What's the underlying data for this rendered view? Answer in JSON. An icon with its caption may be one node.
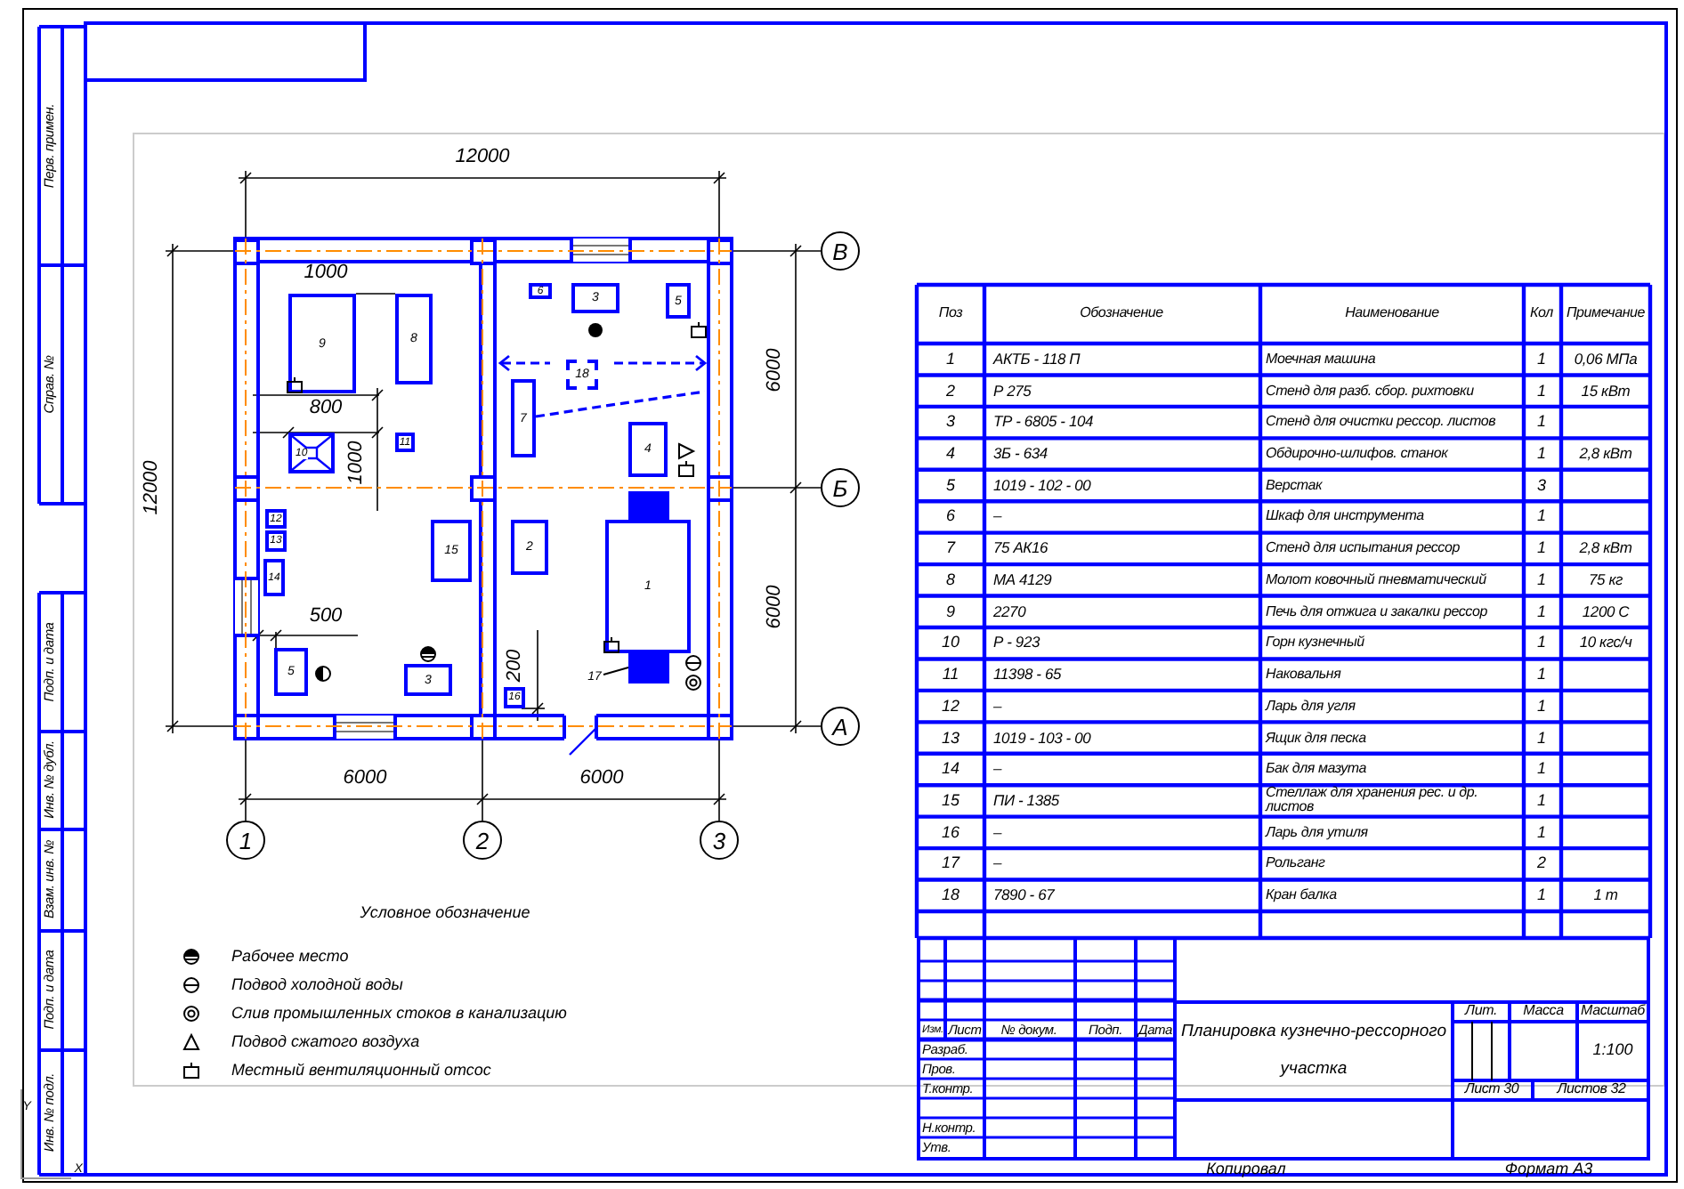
{
  "diagram": {
    "title": "Планировка кузнечно-рессорного участка",
    "nodes": [
      {
        "text": [
          "9"
        ]
      },
      {
        "text": [
          "8"
        ]
      },
      {
        "text": [
          "6"
        ]
      },
      {
        "text": [
          "3"
        ]
      },
      {
        "text": [
          "5"
        ]
      },
      {
        "text": [
          "18"
        ]
      },
      {
        "text": [
          "7"
        ]
      },
      {
        "text": [
          "4"
        ]
      },
      {
        "text": [
          "10"
        ]
      },
      {
        "text": [
          "11"
        ]
      },
      {
        "text": [],
        "shape": "box"
      },
      {
        "text": [
          "12"
        ]
      },
      {
        "text": [
          "13"
        ]
      },
      {
        "text": [
          "15"
        ]
      },
      {
        "text": [
          "2"
        ]
      },
      {
        "text": [
          "1"
        ]
      },
      {
        "text": [
          "14"
        ]
      },
      {
        "text": [
          "5"
        ]
      },
      {
        "text": [
          "3"
        ]
      },
      {
        "text": [
          "17"
        ]
      },
      {
        "text": [],
        "shape": "box"
      },
      {
        "text": [
          "16"
        ]
      },
      {
        "text": [
          "В"
        ]
      },
      {
        "text": [
          "Б"
        ]
      },
      {
        "text": [
          "А"
        ]
      },
      {
        "text": [
          "1"
        ]
      },
      {
        "text": [
          "2"
        ]
      },
      {
        "text": [
          "3"
        ]
      }
    ],
    "edges": [
      {
        "from": 19,
        "to": 20,
        "arrow": "none"
      }
    ],
    "labels": [
      "12000",
      "12000",
      "6000",
      "6000",
      "6000",
      "6000",
      "1000",
      "800",
      "1000",
      "500",
      "200",
      "Поз",
      "Обозначение",
      "Наименование",
      "Кол",
      "Примечание",
      "1",
      "АКТБ - 118 П",
      "Моечная машина",
      "1",
      "0,06 МПа",
      "2",
      "Р 275",
      "Стенд для разб. сбор. рихтовки",
      "1",
      "15 кВт",
      "3",
      "ТР - 6805 - 104",
      "Стенд для очистки рессор. листов",
      "1",
      "4",
      "3Б - 634",
      "Обдирочно-шлифов. станок",
      "1",
      "2,8 кВт",
      "5",
      "1019 - 102 - 00",
      "Верстак",
      "3",
      "6",
      "–",
      "Шкаф для инструмента",
      "1",
      "7",
      "75 АК16",
      "Стенд для испытания рессор",
      "1",
      "2,8 кВт",
      "8",
      "МА 4129",
      "Молот ковочный пневматический",
      "1",
      "75 кг",
      "9",
      "2270",
      "Печь для отжига и закалки рессор",
      "1",
      "1200 С",
      "10",
      "Р - 923",
      "Горн кузнечный",
      "1",
      "10 кгс/ч",
      "11",
      "11398 - 65",
      "Наковальня",
      "1",
      "12",
      "–",
      "Ларь для угля",
      "1",
      "13",
      "1019 - 103 - 00",
      "Ящик для песка",
      "1",
      "14",
      "–",
      "Бак для мазута",
      "1",
      "15",
      "ПИ - 1385",
      "Стеллаж для хранения рес. и др. листов",
      "1",
      "16",
      "–",
      "Ларь для утиля",
      "1",
      "17",
      "–",
      "Рольганг",
      "2",
      "18",
      "7890 - 67",
      "Кран балка",
      "1",
      "1 т",
      "Условное обозначение",
      "Изм.",
      "Лист",
      "№ докум.",
      "Подп.",
      "Дата",
      "Разраб.",
      "Пров.",
      "Т.контр.",
      "Н.контр.",
      "Утв.",
      "Лит.",
      "Масса",
      "Масштаб",
      "1:100",
      "Лист 30",
      "Листов 32",
      "Копировал",
      "Формат А3",
      "Перв. примен.",
      "Справ. №",
      "Подп. и дата",
      "Инв. № дубл.",
      "Взам. инв. №",
      "Подп. и дата",
      "Инв. № подл.",
      "Y",
      "X"
    ],
    "legend": [
      {
        "text": "Рабочее место"
      },
      {
        "text": "Подвод холодной воды"
      },
      {
        "text": "Слив промышленных стоков в канализацию"
      },
      {
        "text": "Подвод сжатого воздуха"
      },
      {
        "text": "Местный вентиляционный отсос"
      }
    ]
  }
}
